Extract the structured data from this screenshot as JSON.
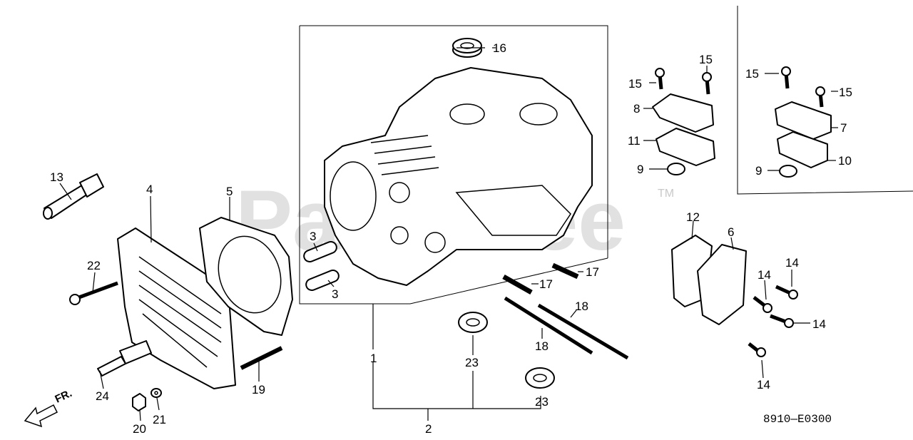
{
  "diagram": {
    "watermark": "PartsTree",
    "trademark": "TM",
    "figure_code": "8910—E0300",
    "direction_label": "FR.",
    "callouts": [
      "1",
      "2",
      "3",
      "3",
      "4",
      "5",
      "6",
      "7",
      "8",
      "9",
      "9",
      "10",
      "11",
      "12",
      "13",
      "14",
      "14",
      "14",
      "14",
      "15",
      "15",
      "15",
      "15",
      "16",
      "17",
      "17",
      "18",
      "18",
      "19",
      "20",
      "21",
      "22",
      "23",
      "23",
      "24"
    ]
  }
}
